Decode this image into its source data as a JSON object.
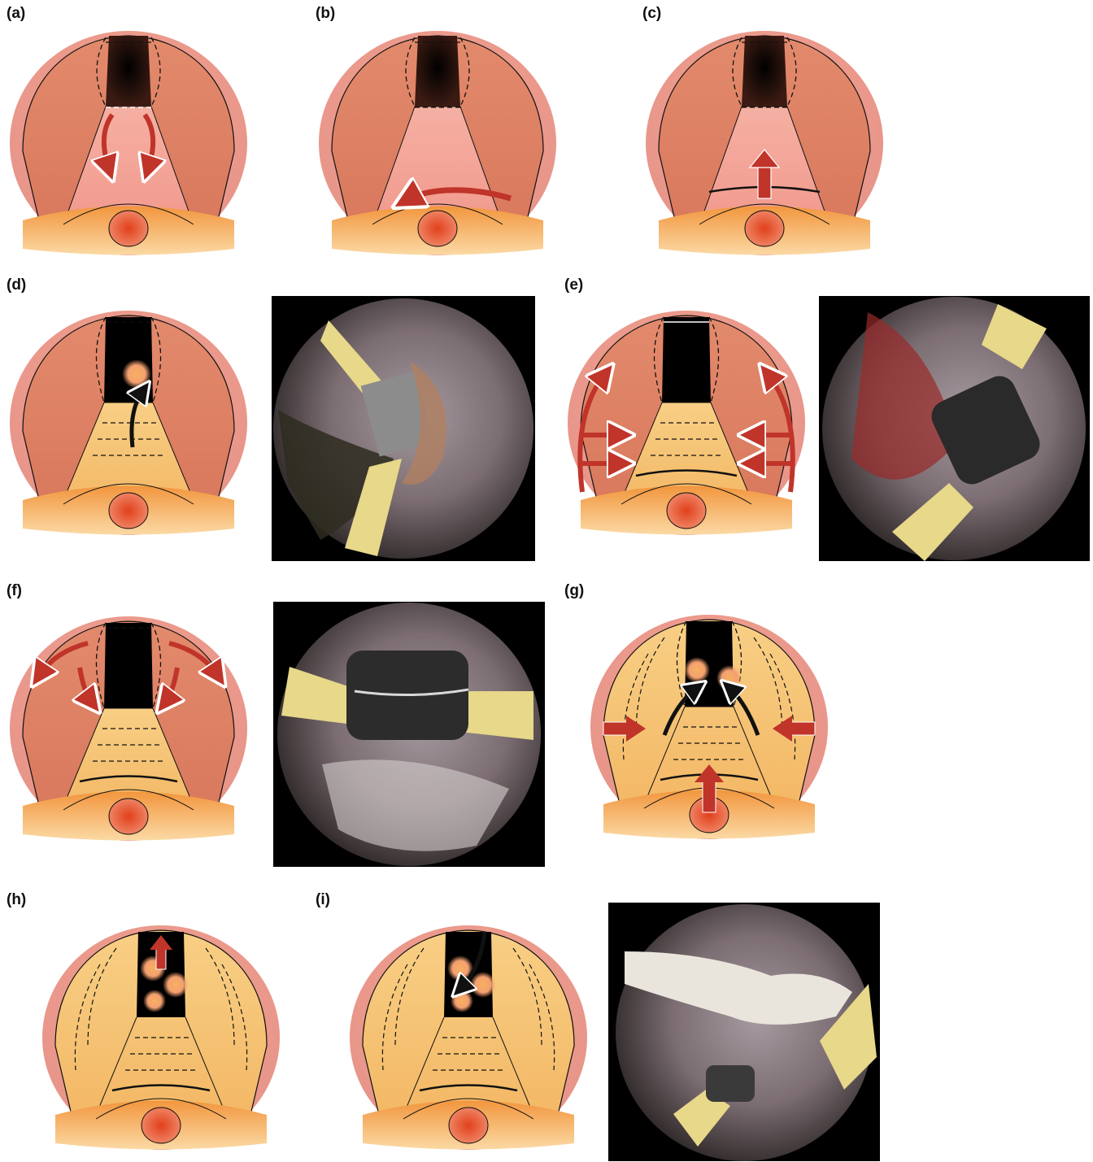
{
  "figure": {
    "panels": [
      {
        "label": "(a)",
        "arrows": "red-curved-lateral-pair",
        "tissue": "pink",
        "photo": false
      },
      {
        "label": "(b)",
        "arrows": "red-curved-left",
        "tissue": "pink",
        "photo": false
      },
      {
        "label": "(c)",
        "arrows": "red-straight-up",
        "tissue": "pink",
        "photo": false
      },
      {
        "label": "(d)",
        "arrows": "black-curved-up",
        "tissue": "orange-floor",
        "photo": true
      },
      {
        "label": "(e)",
        "arrows": "red-lateral-arcs-and-inward",
        "tissue": "orange-floor",
        "photo": true
      },
      {
        "label": "(f)",
        "arrows": "red-curved-outward-pair",
        "tissue": "orange-floor",
        "photo": true
      },
      {
        "label": "(g)",
        "arrows": "red-inward-and-up-black-curved",
        "tissue": "orange-full",
        "photo": false
      },
      {
        "label": "(h)",
        "arrows": "red-small-up",
        "tissue": "orange-full",
        "photo": false
      },
      {
        "label": "(i)",
        "arrows": "black-curved-down",
        "tissue": "orange-full",
        "photo": true
      }
    ]
  },
  "colors": {
    "capsule_outer": "#e8948a",
    "capsule_inner": "#d87a62",
    "lobe_orange": "#f6c47a",
    "fossa_pink": "#f7b3a8",
    "verumontanum": "#e0542e",
    "arrow_red": "#c0342a",
    "arrow_black": "#111111"
  }
}
